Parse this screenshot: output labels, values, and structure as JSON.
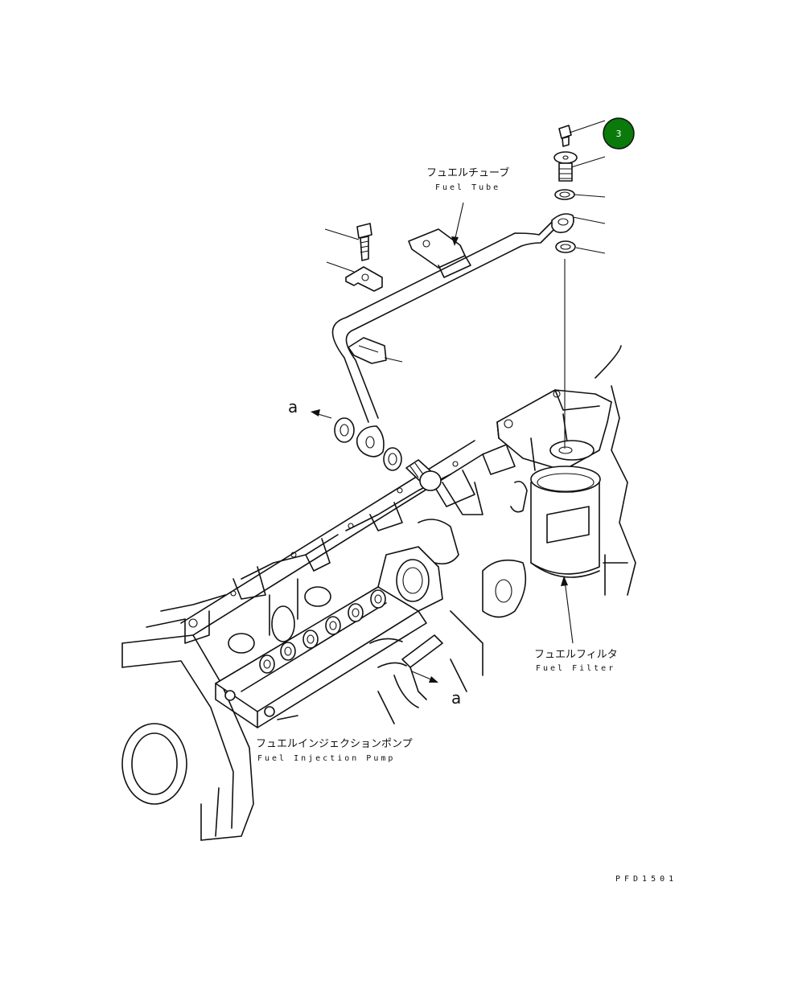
{
  "labels": {
    "fuel_tube_jp": "フュエルチューブ",
    "fuel_tube_en": "Fuel Tube",
    "fuel_filter_jp": "フュエルフィルタ",
    "fuel_filter_en": "Fuel Filter",
    "injection_pump_jp": "フュエルインジェクションポンプ",
    "injection_pump_en": "Fuel Injection Pump",
    "ref_a_upper": "a",
    "ref_a_lower": "a",
    "figure_code": "PFD1501"
  },
  "callout_badge": {
    "number": "3",
    "color": "#0a7a0a"
  },
  "colors": {
    "line": "#111111",
    "background": "#ffffff"
  }
}
